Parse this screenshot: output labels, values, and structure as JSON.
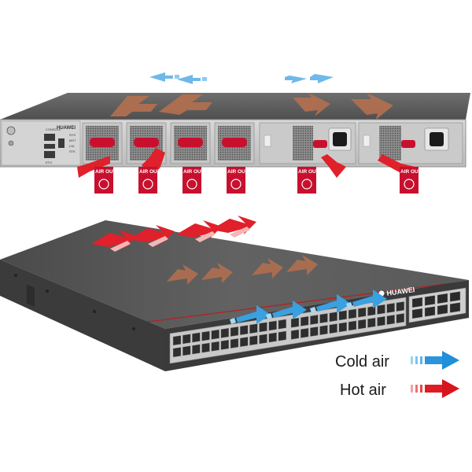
{
  "rear_panel": {
    "brand": "HUAWEI",
    "console_label": "CONSOLE",
    "eth_label": "ETH",
    "sys_led_labels": [
      "SYS",
      "MST",
      "LAL",
      "STK"
    ],
    "fan_tag_label": "AIR OUT",
    "fan_slot_count": 4,
    "psu_slot_count": 2
  },
  "front_panel": {
    "brand": "HUAWEI"
  },
  "legend": {
    "cold_label": "Cold air",
    "hot_label": "Hot air",
    "cold_color": "#3aa0e0",
    "hot_color": "#e0202a"
  },
  "colors": {
    "chassis_top": "#5a5a5a",
    "chassis_panel": "#3d3d3d",
    "rear_panel": "#cfcfcf",
    "hot_arrow": "#e0202a",
    "cold_arrow": "#3aa0e0",
    "internal_arrow": "#b5704f",
    "tag": "#c8102e"
  }
}
